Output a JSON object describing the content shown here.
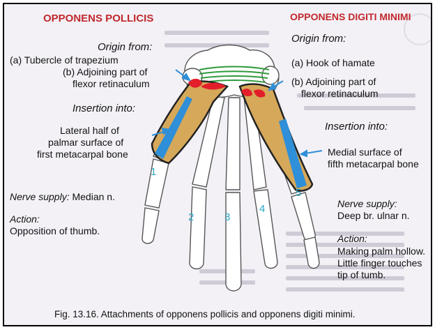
{
  "left": {
    "title": "OPPONENS POLLICIS",
    "origin_heading": "Origin from:",
    "origin_a": "(a) Tubercle of trapezium",
    "origin_b1": "(b) Adjoining part of",
    "origin_b2": "flexor retinaculum",
    "insertion_heading": "Insertion into:",
    "insertion_1": "Lateral half of",
    "insertion_2": "palmar surface of",
    "insertion_3": "first metacarpal bone",
    "nerve_label": "Nerve supply:",
    "nerve_value": "Median n.",
    "action_heading": "Action:",
    "action_value": "Opposition of thumb."
  },
  "right": {
    "title": "OPPONENS DIGITI MINIMI",
    "origin_heading": "Origin from:",
    "origin_a": "(a) Hook of hamate",
    "origin_b1": "(b) Adjoining part of",
    "origin_b2": "flexor retinaculum",
    "insertion_heading": "Insertion into:",
    "insertion_1": "Medial surface of",
    "insertion_2": "fifth metacarpal bone",
    "nerve_heading": "Nerve supply:",
    "nerve_value": "Deep br. ulnar n.",
    "action_heading": "Action:",
    "action_1": "Making palm hollow.",
    "action_2": "Little finger touches",
    "action_3": "tip of tumb."
  },
  "digit_numbers": [
    "1",
    "2",
    "3",
    "4",
    "5"
  ],
  "caption": "Fig. 13.16. Attachments of opponens pollicis and  opponens digiti minimi.",
  "colors": {
    "title_red": "#c0282c",
    "muscle_tan": "#d6a85a",
    "insertion_blue": "#2f8fd8",
    "origin_red": "#e21e2a",
    "retinaculum_green": "#2f9a3a",
    "digit_number_blue": "#2aa6c8"
  }
}
